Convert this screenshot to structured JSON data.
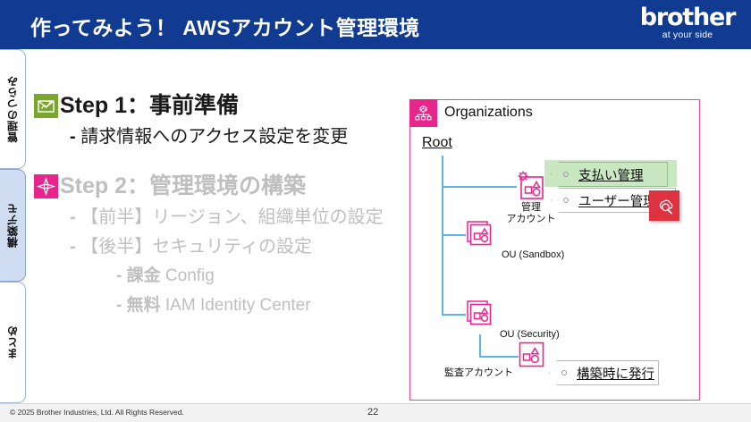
{
  "header": {
    "title": "作ってみよう！ AWSアカウント管理環境",
    "brand": {
      "name": "brother",
      "tagline": "at your side"
    },
    "bg_color": "#113a91"
  },
  "sidebar": {
    "items": [
      {
        "label": "管理のつらみ",
        "active": false
      },
      {
        "label": "構築デモ",
        "active": true
      },
      {
        "label": "まとめ",
        "active": false
      }
    ],
    "active_color": "#cfdcf2"
  },
  "steps": [
    {
      "icon": "mail-settings-icon",
      "icon_color": "#7ba52c",
      "title": "Step 1：事前準備",
      "state": "active",
      "bullets": [
        {
          "dash": "-",
          "text": "請求情報へのアクセス設定を変更",
          "level": 1,
          "tone": "dark"
        }
      ]
    },
    {
      "icon": "four-point-star-icon",
      "icon_color": "#e8258c",
      "title": "Step 2：管理環境の構築",
      "state": "dimmed",
      "bullets": [
        {
          "dash": "-",
          "text": "【前半】リージョン、組織単位の設定",
          "level": 1,
          "tone": "grey"
        },
        {
          "dash": "-",
          "text": "【後半】セキュリティの設定",
          "level": 1,
          "tone": "grey"
        },
        {
          "dash": "-",
          "strong": "課金",
          "text": "Config",
          "level": 2,
          "tone": "grey"
        },
        {
          "dash": "-",
          "strong": "無料",
          "text": "IAM Identity Center",
          "level": 2,
          "tone": "grey"
        }
      ]
    }
  ],
  "diagram": {
    "border_color": "#e8469a",
    "badge_color": "#e8258c",
    "line_color": "#5bb4e5",
    "service_icon": "organizations-icon",
    "service_title": "Organizations",
    "root_label": "Root",
    "nodes": [
      {
        "id": "management-account",
        "icon": "management-account-icon",
        "label_line1": "管理",
        "label_line2": "アカウント"
      },
      {
        "id": "ou-sandbox",
        "icon": "ou-icon",
        "label_line1": "OU (Sandbox)",
        "label_line2": ""
      },
      {
        "id": "ou-security",
        "icon": "ou-icon",
        "label_line1": "OU (Security)",
        "label_line2": ""
      },
      {
        "id": "audit-account",
        "icon": "account-icon",
        "label_line1": "監査アカウント",
        "label_line2": ""
      }
    ],
    "callouts": [
      {
        "id": "payment-management",
        "text": "支払い管理",
        "highlight": true,
        "highlight_color": "#c9e8c2"
      },
      {
        "id": "user-management",
        "text": "ユーザー管理",
        "highlight": false
      },
      {
        "id": "issued-at-build",
        "text": "構築時に発行",
        "highlight": false
      }
    ],
    "red_badge": {
      "icon": "cloudtrail-icon",
      "color": "#dd3341"
    }
  },
  "footer": {
    "copyright": "© 2025 Brother Industries, Ltd. All Rights Reserved.",
    "page_number": "22"
  }
}
